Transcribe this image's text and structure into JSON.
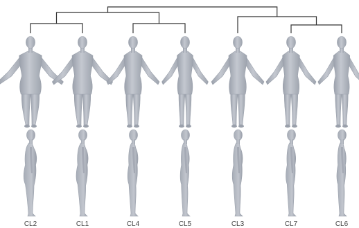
{
  "figure": {
    "clusters": [
      {
        "id": "cl2",
        "label": "CL2",
        "build": 1.25
      },
      {
        "id": "cl1",
        "label": "CL1",
        "build": 1.15
      },
      {
        "id": "cl4",
        "label": "CL4",
        "build": 1.0
      },
      {
        "id": "cl5",
        "label": "CL5",
        "build": 0.88
      },
      {
        "id": "cl3",
        "label": "CL3",
        "build": 1.0
      },
      {
        "id": "cl7",
        "label": "CL7",
        "build": 0.95
      },
      {
        "id": "cl6",
        "label": "CL6",
        "build": 0.9
      }
    ],
    "dendrogram_pairs": [
      [
        "cl2",
        "cl1"
      ],
      [
        "cl4",
        "cl5"
      ],
      [
        "cl7",
        "cl6"
      ],
      [
        "cl3",
        "cl7+cl6"
      ],
      [
        "cl2+cl1",
        "cl4+cl5"
      ],
      [
        "left",
        "right"
      ]
    ],
    "colors": {
      "figure_fill": "#b7bcc6",
      "figure_shade": "#9aa0ab",
      "figure_highlight": "#cfd3da",
      "line": "#333333",
      "label": "#444444"
    }
  }
}
